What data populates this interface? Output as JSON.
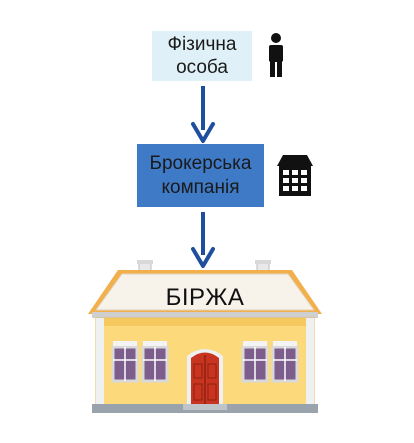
{
  "nodes": {
    "person": {
      "line1": "Фізична",
      "line2": "особа"
    },
    "broker": {
      "line1": "Брокерська",
      "line2": "компанія"
    },
    "exchange": {
      "label": "БІРЖА"
    }
  },
  "icons": {
    "person": "person-icon",
    "broker": "office-building-icon",
    "exchange": "exchange-building-icon"
  },
  "colors": {
    "person_box": "#dff0f8",
    "broker_box": "#3f7ac6",
    "arrows": "#1f4e9e",
    "building_wall": "#fcd97a",
    "building_roof": "#f0b24a",
    "door": "#c8341f"
  }
}
